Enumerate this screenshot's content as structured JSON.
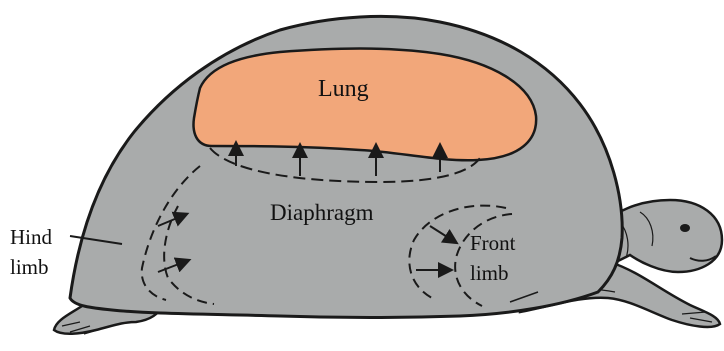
{
  "labels": {
    "lung": "Lung",
    "diaphragm": "Diaphragm",
    "hind_limb": [
      "Hind",
      "limb"
    ],
    "front_limb": [
      "Front",
      "limb"
    ]
  },
  "colors": {
    "body": "#a9abab",
    "lung": "#f2a77a",
    "outline": "#1a1a1a",
    "background": "#ffffff"
  }
}
